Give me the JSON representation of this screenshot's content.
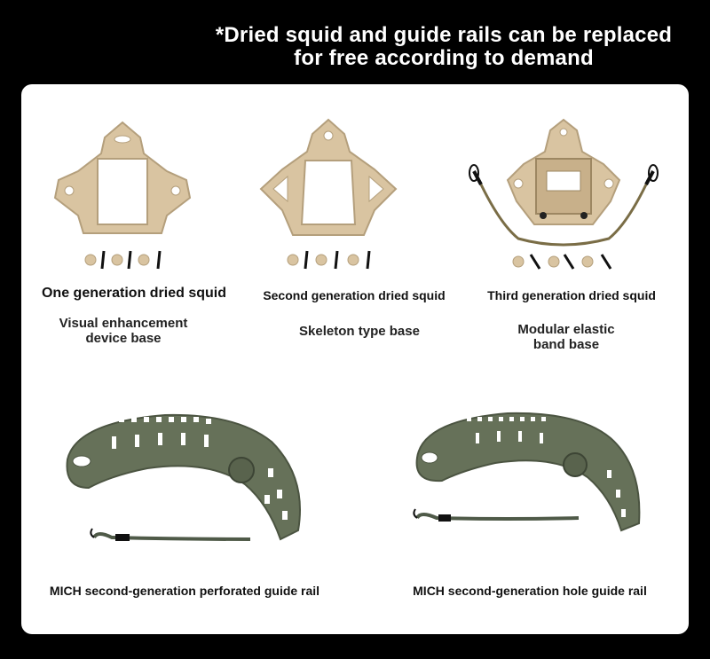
{
  "header": {
    "line1": "*Dried squid and guide rails can be replaced",
    "line2": "for free according to demand"
  },
  "mounts": [
    {
      "title": "One generation dried squid",
      "desc_line1": "Visual enhancement",
      "desc_line2": "device base"
    },
    {
      "title": "Second generation dried squid",
      "desc_line1": "Skeleton type base",
      "desc_line2": ""
    },
    {
      "title": "Third generation dried squid",
      "desc_line1": "Modular elastic",
      "desc_line2": "band base"
    }
  ],
  "rails": [
    {
      "title": "MICH second-generation perforated guide rail"
    },
    {
      "title": "MICH second-generation hole guide rail"
    }
  ],
  "colors": {
    "tan": "#d9c4a1",
    "tan_dark": "#b49f7c",
    "olive": "#667159",
    "olive_dark": "#4b5441",
    "cord": "#4f5a48"
  }
}
